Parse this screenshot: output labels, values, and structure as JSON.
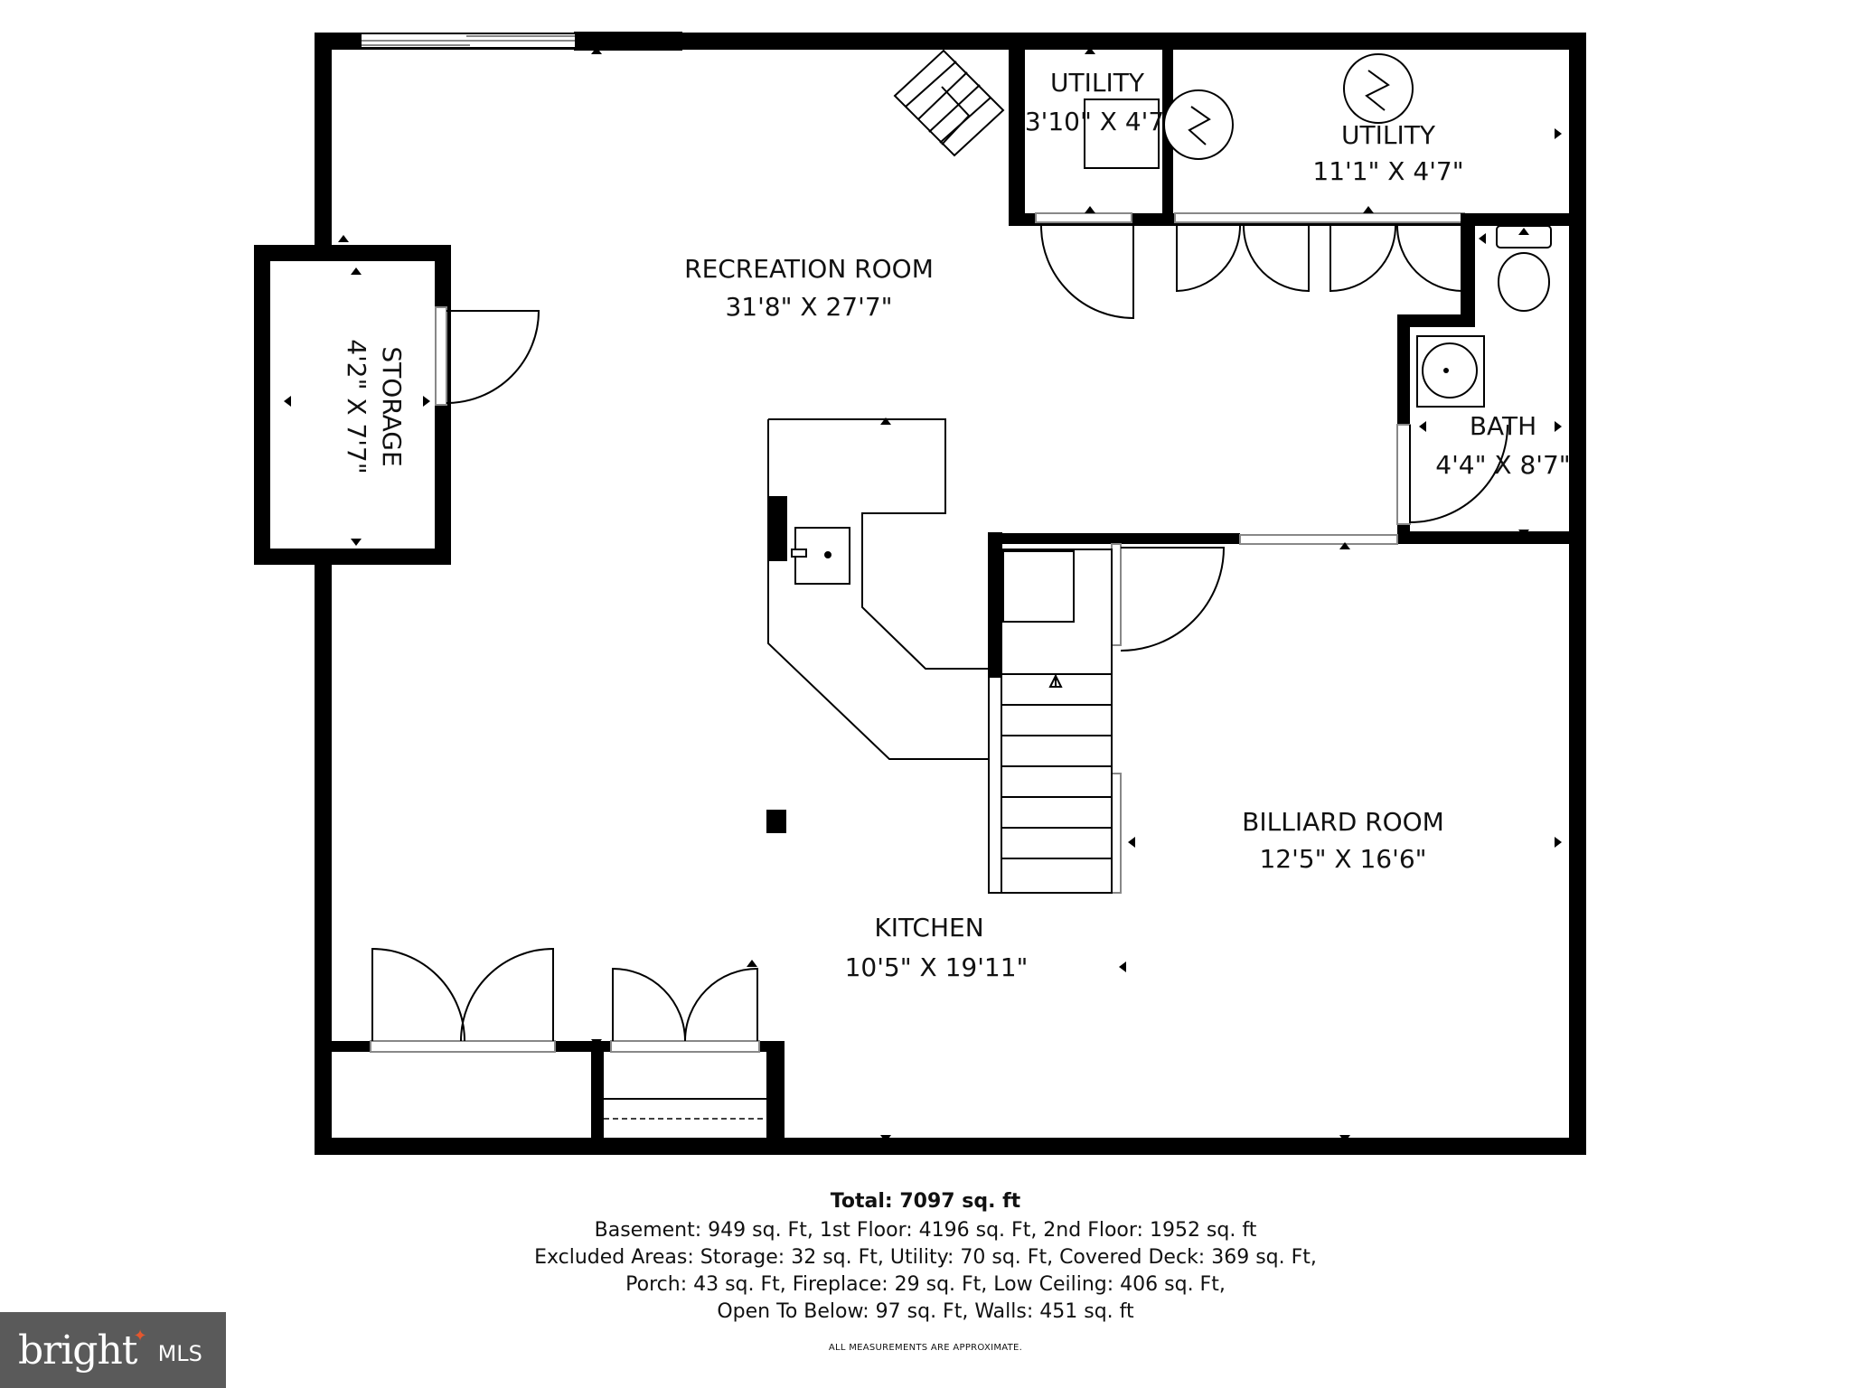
{
  "rooms": {
    "recreation": {
      "name": "RECREATION ROOM",
      "dims": "31'8\" X 27'7\""
    },
    "utility_small": {
      "name": "UTILITY",
      "dims": "3'10\" X 4'7"
    },
    "utility_large": {
      "name": "UTILITY",
      "dims": "11'1\" X 4'7\""
    },
    "storage": {
      "name": "STORAGE",
      "dims": "4'2\" X 7'7\""
    },
    "bath": {
      "name": "BATH",
      "dims": "4'4\" X 8'7\""
    },
    "kitchen": {
      "name": "KITCHEN",
      "dims": "10'5\" X 19'11\""
    },
    "billiard": {
      "name": "BILLIARD ROOM",
      "dims": "12'5\" X 16'6\""
    }
  },
  "stats": {
    "total": "Total: 7097 sq. ft",
    "line1": "Basement: 949 sq. Ft, 1st Floor: 4196 sq. Ft, 2nd Floor: 1952 sq. ft",
    "line2": "Excluded Areas: Storage: 32 sq. Ft, Utility: 70 sq. Ft, Covered Deck: 369 sq. Ft,",
    "line3": "Porch: 43 sq. Ft, Fireplace: 29 sq. Ft, Low Ceiling: 406 sq. Ft,",
    "line4": "Open To Below: 97 sq. Ft, Walls: 451 sq. ft"
  },
  "disclaimer": "ALL MEASUREMENTS ARE APPROXIMATE.",
  "logo": {
    "brand": "bright",
    "suffix": "MLS"
  },
  "colors": {
    "wall": "#000000",
    "logo_bg": "#5a5a5a",
    "logo_accent": "#e4572e"
  }
}
